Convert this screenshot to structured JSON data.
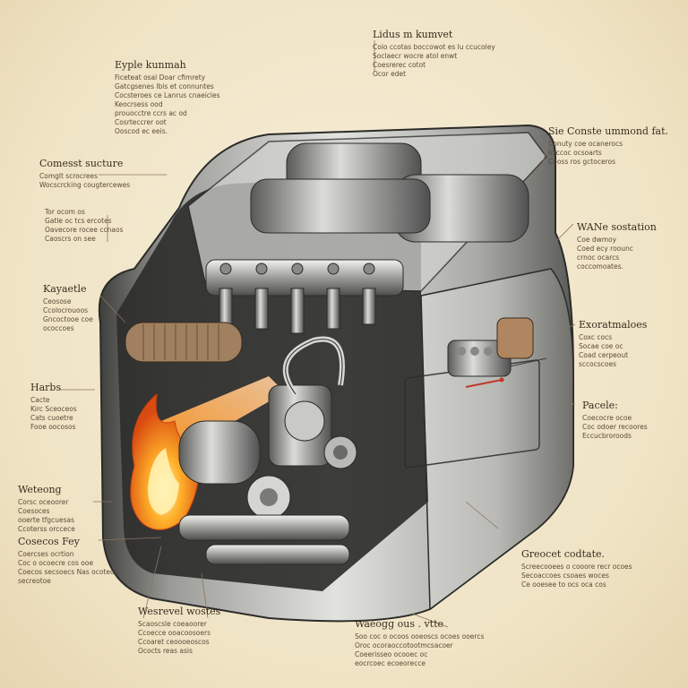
{
  "labels": [
    {
      "title": "Eyple kunmah",
      "lines": [
        "Ficeteat osal Doar cfimrety",
        "Gatcgsenes lbis et connuntes",
        "Cocsteroes ce Lanrus cnaeicles",
        "Keocrsess ood",
        "prouocctre ccrs ac od",
        "Cosrteccrer oot",
        "Ooscod ec eeis."
      ]
    },
    {
      "title": "Lidus m kumvet",
      "lines": [
        "Coio ccotas boccowot es lu ccucoley",
        "Soclaecr wocre atol enwt",
        "Coesrerec cotot",
        "Ocor edet"
      ]
    },
    {
      "title": "Comesst sucture",
      "lines": [
        "Comglt scrocrees",
        "Wocscrcking cougtercewes"
      ]
    },
    {
      "title": "",
      "lines": [
        "Tor ocom os",
        "Gatle oc tcs ercotes",
        "Oavecore rocee ccnaos",
        "Caoscrs on see"
      ]
    },
    {
      "title": "Sie Conste ummond fat.",
      "lines": [
        "Conuty coe ocanerocs",
        "Ic ccoc ocsoarts",
        "Cooss ros gctoceros"
      ]
    },
    {
      "title": "WANe sostation",
      "lines": [
        "Coe dwmoy",
        "Coed ecy roounc",
        "crnoc ocarcs",
        "coccomoates."
      ]
    },
    {
      "title": "Kayaetle",
      "lines": [
        "Ceosose",
        "Ccolocrouoos",
        "Gncoctooe coe",
        "ococcoes"
      ]
    },
    {
      "title": "Exoratmaloes",
      "lines": [
        "Coxc cocs",
        "Socae coe oc",
        "Coad cerpeout",
        "sccocscoes"
      ]
    },
    {
      "title": "Harbs",
      "lines": [
        "Cacte",
        "Kirc Sceoceos",
        "Cats cuoetre",
        "Fooe oocosos"
      ]
    },
    {
      "title": "Pacele:",
      "lines": [
        "Coecocre ocoe",
        "Coc odoer recoores",
        "Eccucbroroods"
      ]
    },
    {
      "title": "Weteong",
      "lines": [
        "Corsc oceoorer",
        "Coesoces",
        "ooerte tfgcuesas",
        "Ccoterss orccece"
      ]
    },
    {
      "title": "Cosecos Fey",
      "lines": [
        "Coercses ocrtion",
        "Coc o ocoecre cos ooe",
        "Coecos secsoecs Nas ocotecs",
        "secreotoe"
      ]
    },
    {
      "title": "Greocet codtate.",
      "lines": [
        "Screecooees o cooore recr ocoes",
        "Secoaccoes csoaes woces",
        "Ce ooesee to ocs oca cos"
      ]
    },
    {
      "title": "Wesrevel wostes",
      "lines": [
        "Scaoscsle coeaoorer",
        "Ccoecce ooacoosoers",
        "Ccoaret ceoooeoscos",
        "Ococts reas asis"
      ]
    },
    {
      "title": "Waeogg ous . vtte",
      "lines": [
        "Soo coc o ocoos ooeoscs ocoes ooercs",
        "Oroc ocoraoccotootmcsacoer",
        "Coeerisseo ocooec oc",
        "eocrcoec ecoeorecce"
      ]
    }
  ],
  "colors": {
    "background": "#efe3c4",
    "ink": "#3a2c20",
    "metal_light": "#d8d8d4",
    "metal_dark": "#4a4a48",
    "flame": "#f08a1c",
    "accent_red": "#c0392b"
  }
}
